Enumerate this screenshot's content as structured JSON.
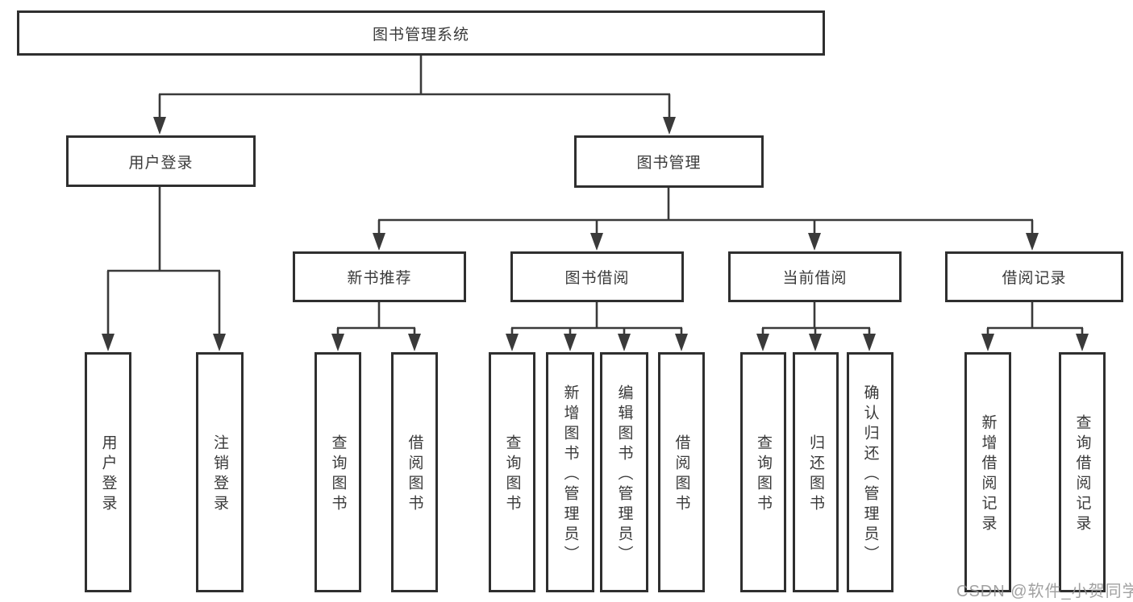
{
  "tree": {
    "root": {
      "label": "图书管理系统"
    },
    "user_login": {
      "label": "用户登录",
      "children": [
        {
          "label": "用户登录"
        },
        {
          "label": "注销登录"
        }
      ]
    },
    "book_mgmt": {
      "label": "图书管理",
      "children": [
        {
          "label": "新书推荐",
          "children": [
            {
              "label": "查询图书"
            },
            {
              "label": "借阅图书"
            }
          ]
        },
        {
          "label": "图书借阅",
          "children": [
            {
              "label": "查询图书"
            },
            {
              "label": "新增图书（管理员）"
            },
            {
              "label": "编辑图书（管理员）"
            },
            {
              "label": "借阅图书"
            }
          ]
        },
        {
          "label": "当前借阅",
          "children": [
            {
              "label": "查询图书"
            },
            {
              "label": "归还图书"
            },
            {
              "label": "确认归还（管理员）"
            }
          ]
        },
        {
          "label": "借阅记录",
          "children": [
            {
              "label": "新增借阅记录"
            },
            {
              "label": "查询借阅记录"
            }
          ]
        }
      ]
    }
  },
  "watermark": {
    "text": "CSDN @软件_小贺同学"
  },
  "colors": {
    "line": "#3a3a3a",
    "box_border": "#2f2f2f",
    "text": "#3a3a3a",
    "background": "#ffffff",
    "watermark": "#949494"
  }
}
